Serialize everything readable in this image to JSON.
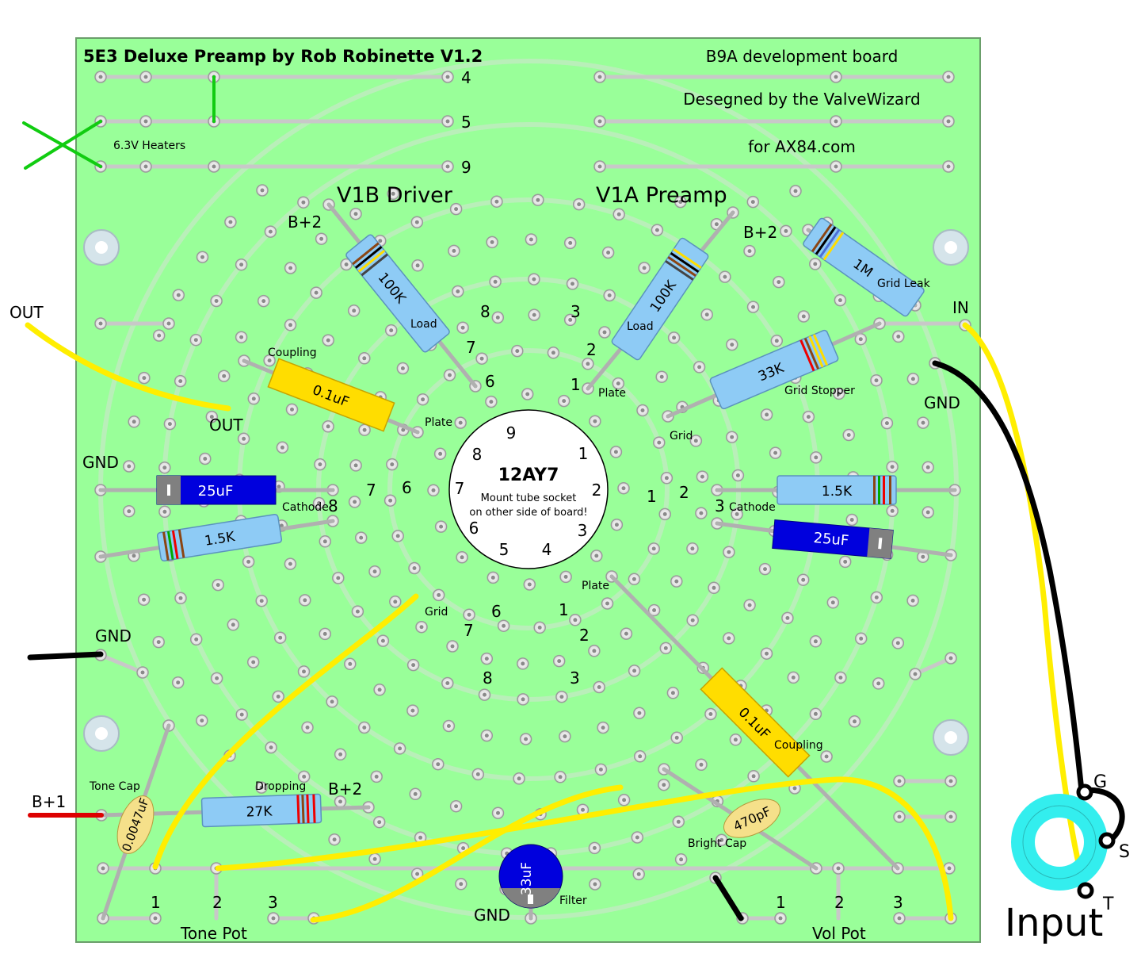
{
  "board": {
    "title": "5E3 Deluxe Preamp by Rob Robinette V1.2",
    "credit_line1": "B9A development board",
    "credit_line2": "Desegned by the ValveWizard",
    "credit_line3": "for AX84.com",
    "heater_label": "6.3V Heaters",
    "rail_labels": [
      "4",
      "5",
      "9"
    ],
    "v1b_title": "V1B Driver",
    "v1a_title": "V1A Preamp"
  },
  "tube": {
    "name": "12AY7",
    "note_line1": "Mount tube socket",
    "note_line2": "on other side of board!",
    "pins": [
      "1",
      "2",
      "3",
      "4",
      "5",
      "6",
      "7",
      "8",
      "9"
    ]
  },
  "components": {
    "load_left": {
      "value": "100K",
      "role": "Load"
    },
    "load_right": {
      "value": "100K",
      "role": "Load"
    },
    "grid_leak": {
      "value": "1M",
      "role": "Grid Leak"
    },
    "grid_stopper": {
      "value": "33K",
      "role": "Grid Stopper"
    },
    "coupling_left": {
      "value": "0.1uF",
      "role": "Coupling"
    },
    "coupling_right": {
      "value": "0.1uF",
      "role": "Coupling"
    },
    "cathode_cap_left": {
      "value": "25uF"
    },
    "cathode_cap_right": {
      "value": "25uF"
    },
    "cathode_res_left": {
      "value": "1.5K"
    },
    "cathode_res_right": {
      "value": "1.5K"
    },
    "dropping": {
      "value": "27K",
      "role": "Dropping"
    },
    "tone_cap": {
      "value": "0.0047uF",
      "role": "Tone Cap"
    },
    "bright_cap": {
      "value": "470pF",
      "role": "Bright Cap"
    },
    "filter_cap": {
      "value": "33uF",
      "role": "Filter"
    }
  },
  "labels": {
    "out": "OUT",
    "in": "IN",
    "gnd": "GND",
    "b_plus_1": "B+1",
    "b_plus_2": "B+2",
    "plate": "Plate",
    "grid": "Grid",
    "cathode": "Cathode",
    "tone_pot": "Tone Pot",
    "vol_pot": "Vol Pot",
    "pot_pins": [
      "1",
      "2",
      "3"
    ],
    "jack_title": "Input",
    "jack_g": "G",
    "jack_s": "S",
    "jack_t": "T"
  },
  "pin_numbers": {
    "left_upper": [
      "8",
      "7",
      "6"
    ],
    "right_upper": [
      "3",
      "2",
      "1"
    ],
    "left_mid": [
      "7",
      "6",
      "8"
    ],
    "right_mid": [
      "1",
      "2",
      "3"
    ],
    "lower_left": [
      "6",
      "7",
      "8"
    ],
    "lower_right": [
      "1",
      "2",
      "3"
    ]
  },
  "colors": {
    "board": "#99ff99",
    "wire_yellow": "#ffee00",
    "resistor": "#8ecbf5",
    "capacitor_yellow": "#ffdd00",
    "electrolytic": "#0000dd",
    "jack_ring": "#33eeee",
    "heater_wire": "#11cc11",
    "b_plus_wire": "#dd0000"
  }
}
